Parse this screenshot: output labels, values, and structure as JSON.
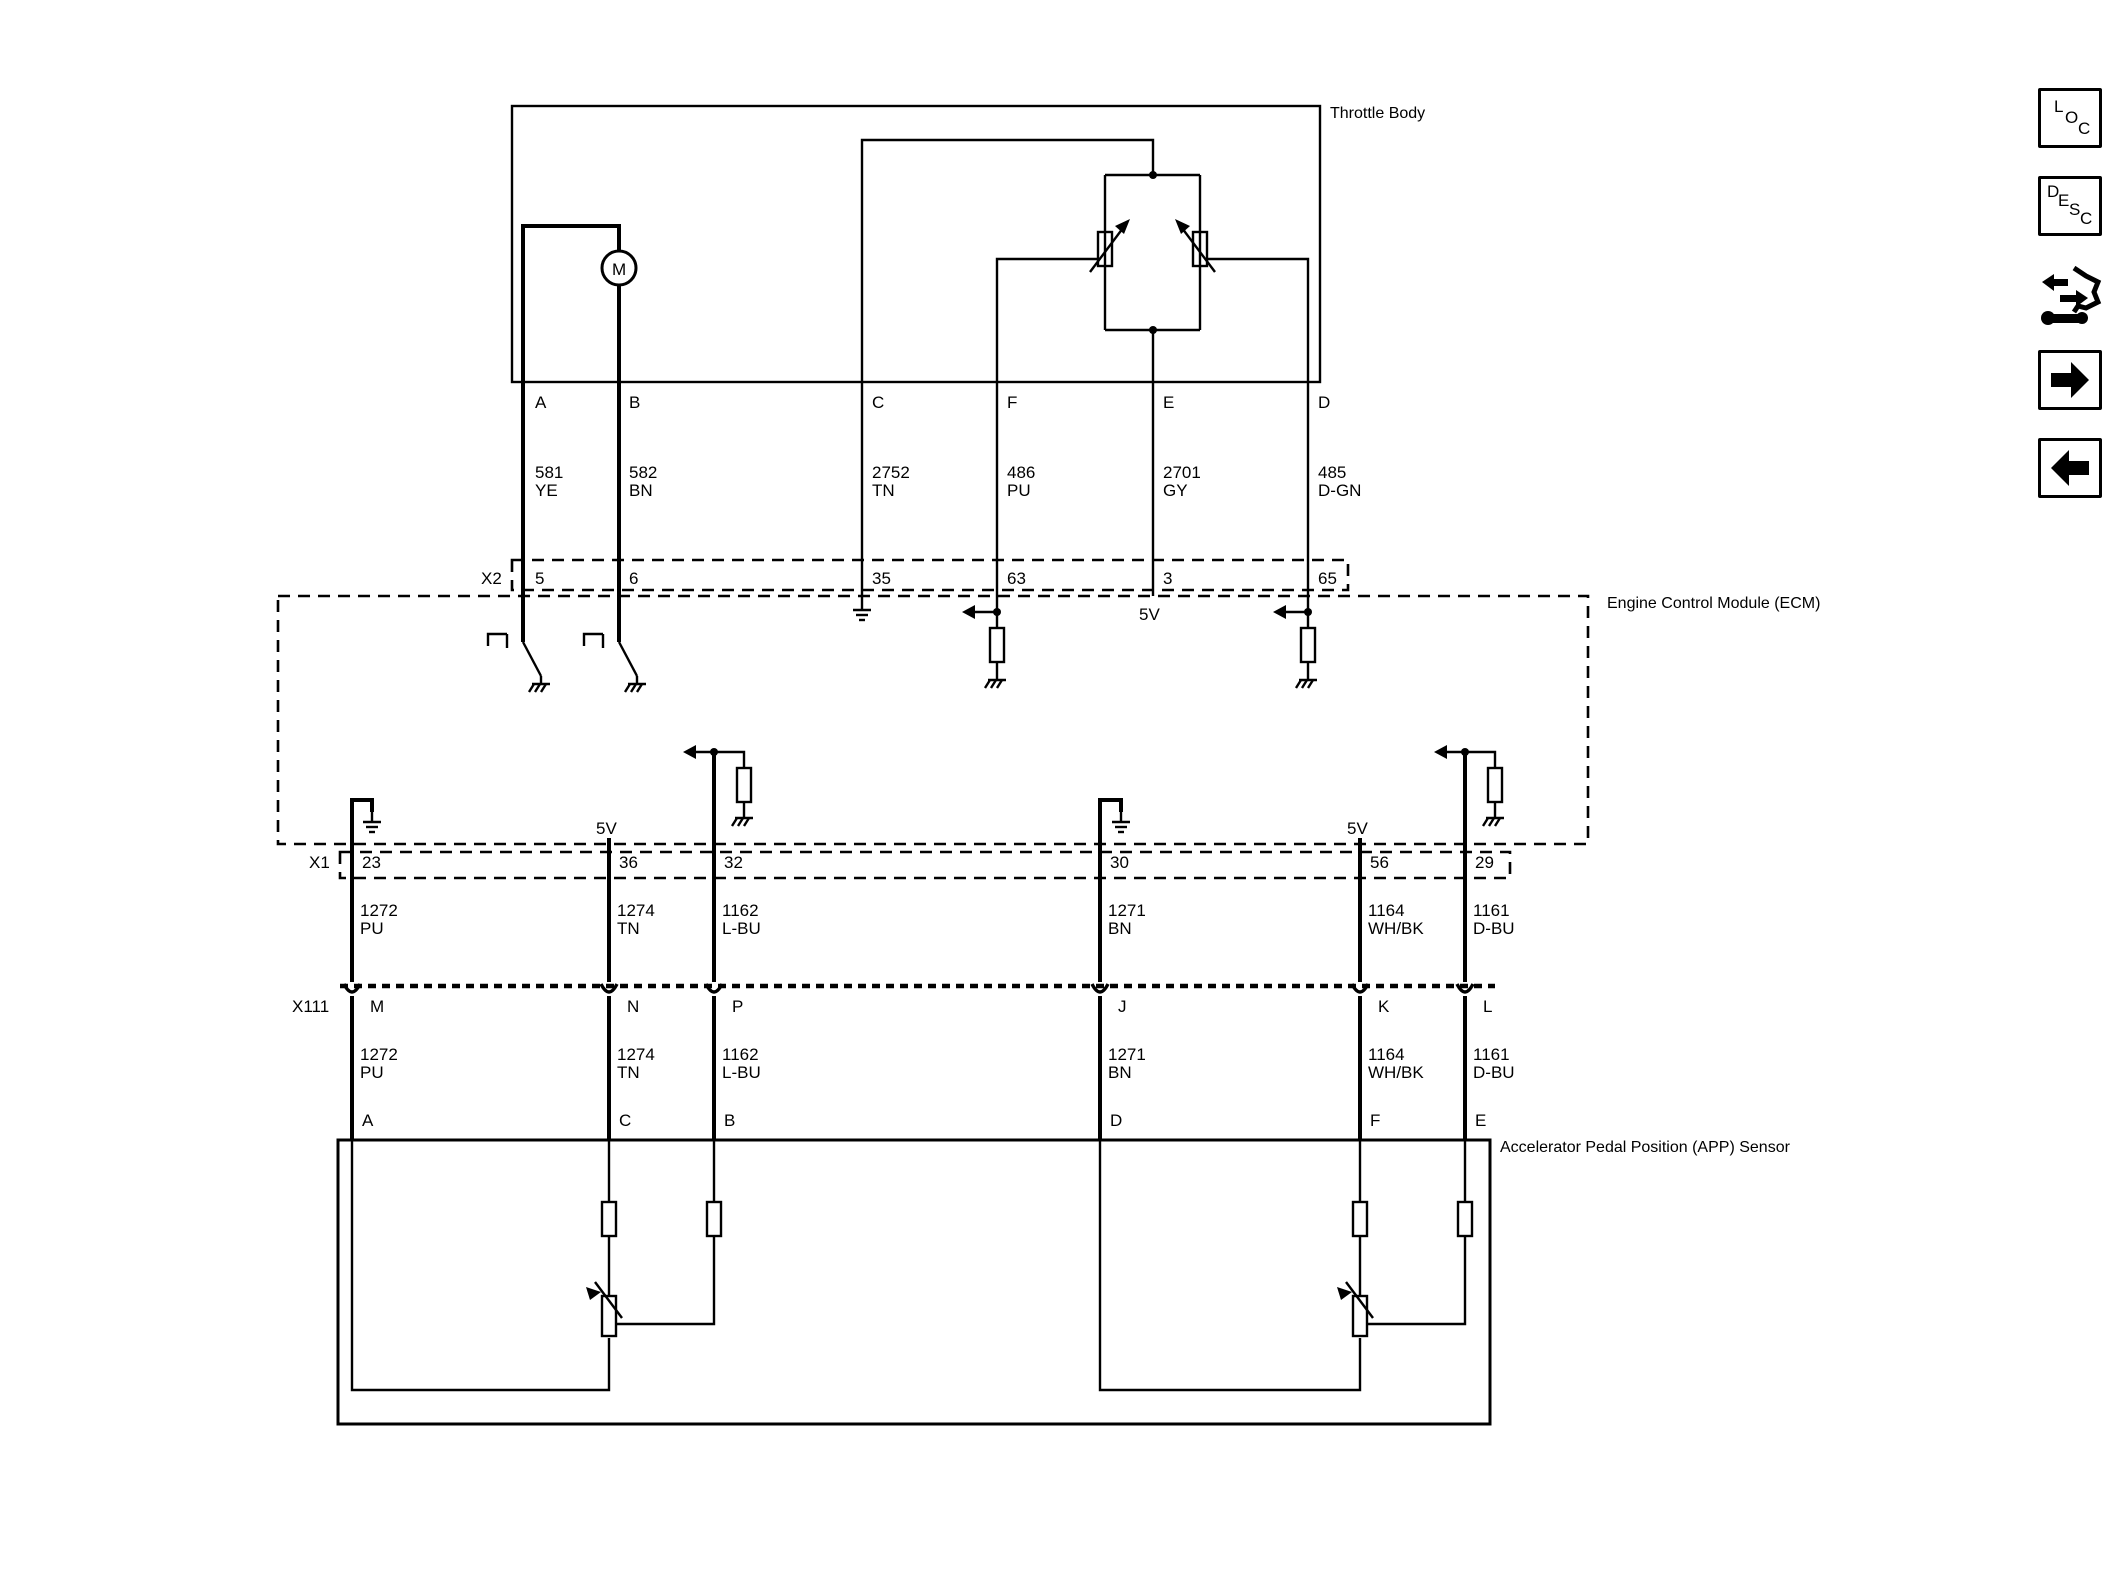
{
  "components": {
    "throttle_body": "Throttle Body",
    "ecm": "Engine Control Module (ECM)",
    "app_sensor": "Accelerator Pedal Position (APP) Sensor"
  },
  "motor_symbol": "M",
  "connectors": {
    "x2": "X2",
    "x1": "X1",
    "x111": "X111"
  },
  "throttle_circuits": [
    {
      "pin": "A",
      "circuit": "581",
      "color": "YE",
      "ecm_pin": "5"
    },
    {
      "pin": "B",
      "circuit": "582",
      "color": "BN",
      "ecm_pin": "6"
    },
    {
      "pin": "C",
      "circuit": "2752",
      "color": "TN",
      "ecm_pin": "35"
    },
    {
      "pin": "F",
      "circuit": "486",
      "color": "PU",
      "ecm_pin": "63"
    },
    {
      "pin": "E",
      "circuit": "2701",
      "color": "GY",
      "ecm_pin": "3"
    },
    {
      "pin": "D",
      "circuit": "485",
      "color": "D-GN",
      "ecm_pin": "65"
    }
  ],
  "app_circuits": [
    {
      "ecm_pin": "23",
      "circuit": "1272",
      "color": "PU",
      "x111_pin": "M",
      "sensor_pin": "A"
    },
    {
      "ecm_pin": "36",
      "circuit": "1274",
      "color": "TN",
      "x111_pin": "N",
      "sensor_pin": "C"
    },
    {
      "ecm_pin": "32",
      "circuit": "1162",
      "color": "L-BU",
      "x111_pin": "P",
      "sensor_pin": "B"
    },
    {
      "ecm_pin": "30",
      "circuit": "1271",
      "color": "BN",
      "x111_pin": "J",
      "sensor_pin": "D"
    },
    {
      "ecm_pin": "56",
      "circuit": "1164",
      "color": "WH/BK",
      "x111_pin": "K",
      "sensor_pin": "F"
    },
    {
      "ecm_pin": "29",
      "circuit": "1161",
      "color": "D-BU",
      "x111_pin": "L",
      "sensor_pin": "E"
    }
  ],
  "reference_voltage": "5V",
  "nav": {
    "loc": [
      "L",
      "O",
      "C"
    ],
    "desc": [
      "D",
      "E",
      "S",
      "C"
    ],
    "icons": [
      "connector-tool-icon",
      "next-arrow-icon",
      "previous-arrow-icon"
    ]
  }
}
